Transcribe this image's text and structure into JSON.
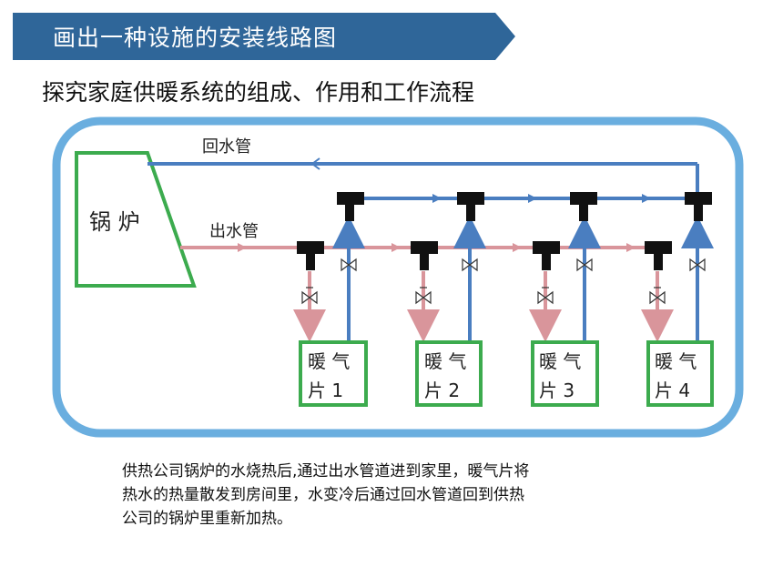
{
  "banner": {
    "title": "画出一种设施的安装线路图"
  },
  "subtitle": "探究家庭供暖系统的组成、作用和工作流程",
  "diagram": {
    "boiler_label": "锅 炉",
    "return_pipe_label": "回水管",
    "supply_pipe_label": "出水管",
    "radiators": [
      {
        "line1": "暖 气",
        "line2": "片 1"
      },
      {
        "line1": "暖 气",
        "line2": "片 2"
      },
      {
        "line1": "暖 气",
        "line2": "片 3"
      },
      {
        "line1": "暖 气",
        "line2": "片 4"
      }
    ],
    "colors": {
      "frame": "#6aaedf",
      "supply": "#d9959b",
      "return": "#4a7ec0",
      "boiler": "#3cab4e",
      "banner": "#2f6699"
    }
  },
  "description": {
    "lines": [
      "供热公司锅炉的水烧热后,通过出水管道进到家里，暖气片将",
      "热水的热量散发到房间里，水变冷后通过回水管道回到供热",
      "公司的锅炉里重新加热。"
    ]
  }
}
